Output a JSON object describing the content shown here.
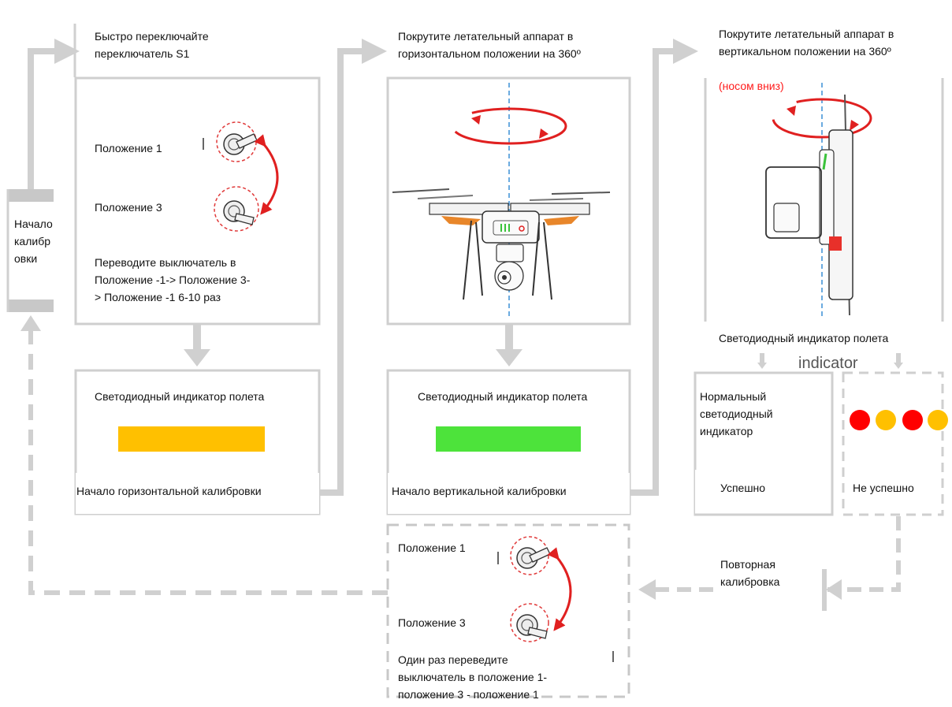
{
  "start": {
    "label": "Начало\nкалибр\nовки"
  },
  "step1": {
    "title": "Быстро переключайте\nпереключатель S1",
    "pos1": "Положение 1",
    "pos3": "Положение 3",
    "instruction": "Переводите выключатель в\nПоложение -1-> Положение 3-\n> Положение -1 6-10 раз",
    "led_title": "Светодиодный индикатор полета",
    "led_color": "#ffc000",
    "footer": "Начало горизонтальной калибровки"
  },
  "step2": {
    "title": "Покрутите летательный аппарат в\nгоризонтальном положении на 360º",
    "led_title": "Светодиодный индикатор полета",
    "led_color": "#4de33b",
    "footer": "Начало вертикальной калибровки"
  },
  "step3": {
    "title": "Покрутите летательный аппарат в\nвертикальном положении на 360º",
    "title_red": "(носом вниз)",
    "led_title": "Светодиодный индикатор полета",
    "ghost": "indicator",
    "normal_label": "Нормальный\nсветодиодный\nиндикатор",
    "success": "Успешно",
    "fail": "Не успешно",
    "fail_dot_colors": [
      "#ff0000",
      "#ffc000",
      "#ff0000",
      "#ffc000"
    ]
  },
  "recal": {
    "label": "Повторная\nкалибровка",
    "pos1": "Положение 1",
    "pos3": "Положение 3",
    "instruction": "Один раз переведите\nвыключатель в положение 1-\nположение 3 - положение 1"
  }
}
